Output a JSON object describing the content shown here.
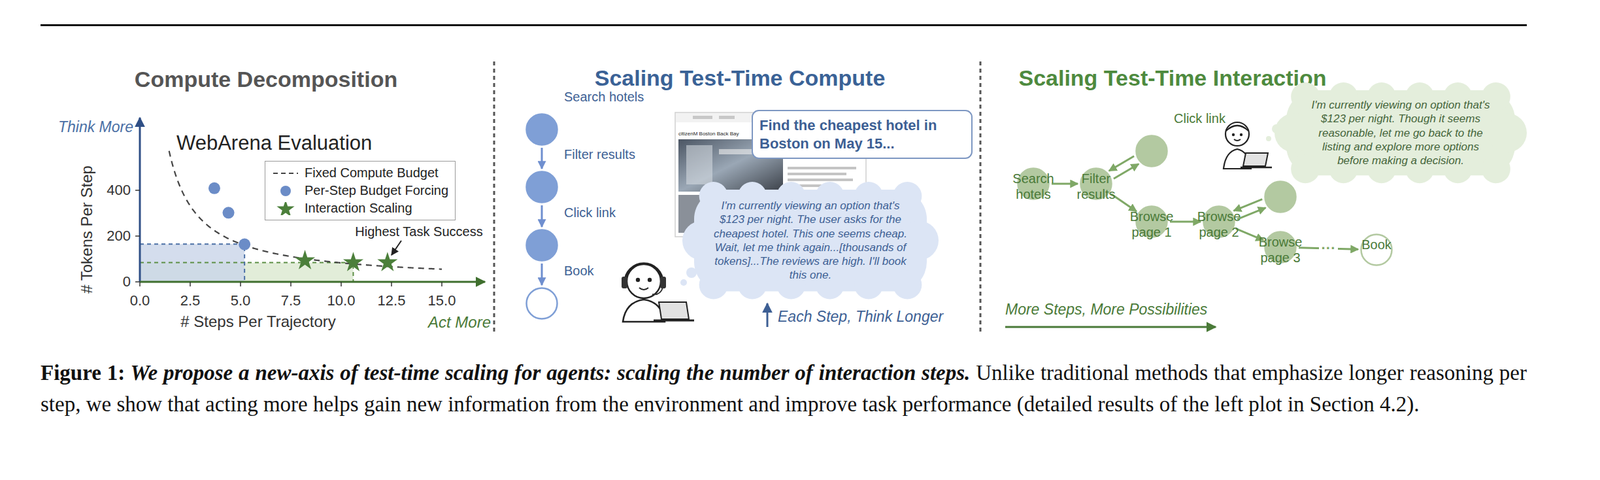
{
  "diagram": {
    "caption": "Figure 1: We propose a new-axis of test-time scaling for agents: scaling the number of interaction steps. Unlike traditional methods that emphasize longer reasoning per step, we show that acting more helps gain new information from the environment and improve task performance (detailed results of the left plot in Section 4.2).",
    "nodes": [
      {
        "text": [
          "Search hotels"
        ]
      },
      {
        "text": [
          "Filter results"
        ]
      },
      {
        "text": [
          "Click link"
        ]
      },
      {
        "text": [
          "Book"
        ]
      },
      {
        "text": [
          "Find the cheapest hotel in Boston on May 15..."
        ]
      },
      {
        "text": [
          "I'm currently viewing an option that's $123 per night. The user asks for the cheapest hotel. This one seems cheap. Wait, let me think again...[thousands of tokens]...The reviews are high. I'll book this one."
        ]
      },
      {
        "text": [
          "Search hotels"
        ]
      },
      {
        "text": [
          "Filter results"
        ]
      },
      {
        "text": [
          "Click link"
        ]
      },
      {
        "text": [
          "Browse page 1"
        ]
      },
      {
        "text": [
          "Browse page 2"
        ]
      },
      {
        "text": [
          "Click link"
        ]
      },
      {
        "text": [
          "Browse page 3"
        ]
      },
      {
        "text": [
          "Book"
        ]
      },
      {
        "text": [
          "I'm currently viewing on option that's $123 per night. Though it seems reasonable, let me go back to the listing and explore more options before making a decision."
        ]
      }
    ],
    "edges": [
      {
        "from": 0,
        "to": 1,
        "arrow": "to"
      },
      {
        "from": 1,
        "to": 2,
        "arrow": "to"
      },
      {
        "from": 2,
        "to": 3,
        "arrow": "to"
      },
      {
        "from": 6,
        "to": 7,
        "arrow": "to"
      },
      {
        "from": 7,
        "to": 8,
        "arrow": "to"
      },
      {
        "from": 8,
        "to": 7,
        "arrow": "to"
      },
      {
        "from": 7,
        "to": 9,
        "arrow": "to"
      },
      {
        "from": 9,
        "to": 10,
        "arrow": "to"
      },
      {
        "from": 10,
        "to": 11,
        "arrow": "to"
      },
      {
        "from": 11,
        "to": 10,
        "arrow": "to"
      },
      {
        "from": 10,
        "to": 12,
        "arrow": "to"
      },
      {
        "from": 12,
        "to": 13,
        "arrow": "to",
        "label": "···"
      }
    ],
    "labels": [
      "Compute Decomposition",
      "Think More",
      "# Tokens Per Step",
      "WebArena Evaluation",
      "400",
      "200",
      "0",
      "0.0",
      "2.5",
      "5.0",
      "7.5",
      "10.0",
      "12.5",
      "15.0",
      "# Steps Per Trajectory",
      "Act More",
      "Highest Task Success",
      "Scaling Test-Time Compute",
      "citizenM Boston Back Bay",
      "Each Step, Think Longer",
      "Scaling Test-Time Interaction",
      "More Steps, More Possibilities"
    ],
    "legend": [
      {
        "text": "Fixed Compute Budget"
      },
      {
        "text": "Per-Step Budget Forcing"
      },
      {
        "text": "Interaction Scaling"
      }
    ]
  }
}
